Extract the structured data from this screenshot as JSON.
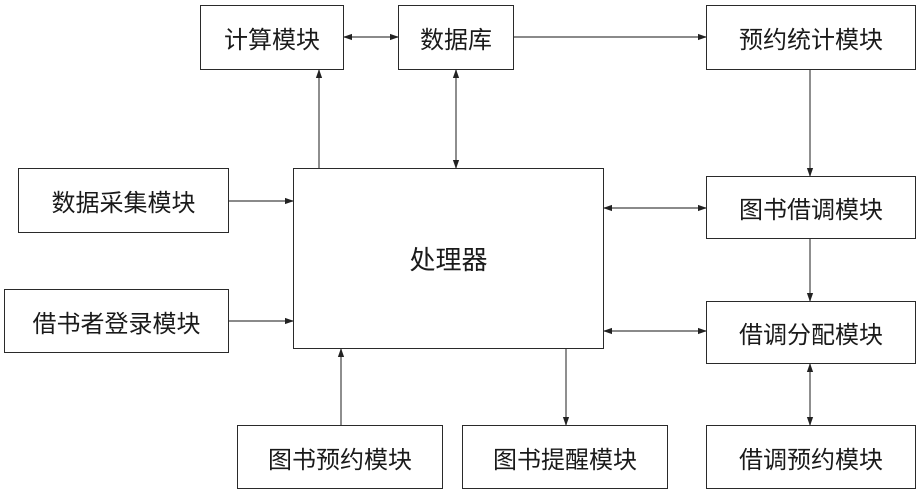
{
  "diagram": {
    "processor": "处理器",
    "calc": "计算模块",
    "database": "数据库",
    "reservation_stats": "预约统计模块",
    "data_collection": "数据采集模块",
    "borrower_login": "借书者登录模块",
    "book_transfer": "图书借调模块",
    "transfer_allocation": "借调分配模块",
    "book_reservation": "图书预约模块",
    "book_reminder": "图书提醒模块",
    "transfer_reservation": "借调预约模块"
  },
  "style": {
    "line_color": "#444444",
    "border_color": "#2a2a2a",
    "background": "#ffffff"
  }
}
